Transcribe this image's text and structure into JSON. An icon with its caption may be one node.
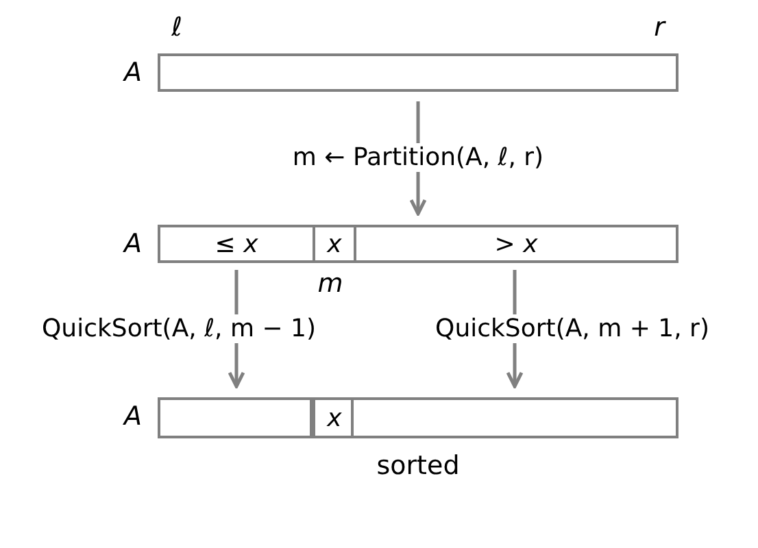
{
  "diagram": {
    "nodes": [
      {
        "text": [],
        "shape": "bar"
      },
      {
        "text": [],
        "shape": "bar"
      },
      {
        "text": [
          "≤ x"
        ],
        "in": 1
      },
      {
        "text": [
          "x"
        ],
        "in": 1
      },
      {
        "text": [
          "> x"
        ],
        "in": 1
      },
      {
        "text": [],
        "shape": "bar"
      },
      {
        "text": [],
        "shape": "box",
        "in": 5
      },
      {
        "text": [
          "x"
        ],
        "in": 5
      },
      {
        "text": [],
        "shape": "box",
        "in": 5
      }
    ],
    "edges": [
      {
        "from": 0,
        "to": 1,
        "arrow": "to",
        "label": "m ← Partition(A, ℓ, r)"
      },
      {
        "from": 2,
        "to": 6,
        "arrow": "to",
        "label": "QuickSort(A, ℓ, m − 1)"
      },
      {
        "from": 4,
        "to": 8,
        "arrow": "to",
        "label": "QuickSort(A, m + 1, r)"
      }
    ],
    "labels": [
      "ℓ",
      "r",
      "A",
      "A",
      "m",
      "A",
      "sorted"
    ]
  }
}
